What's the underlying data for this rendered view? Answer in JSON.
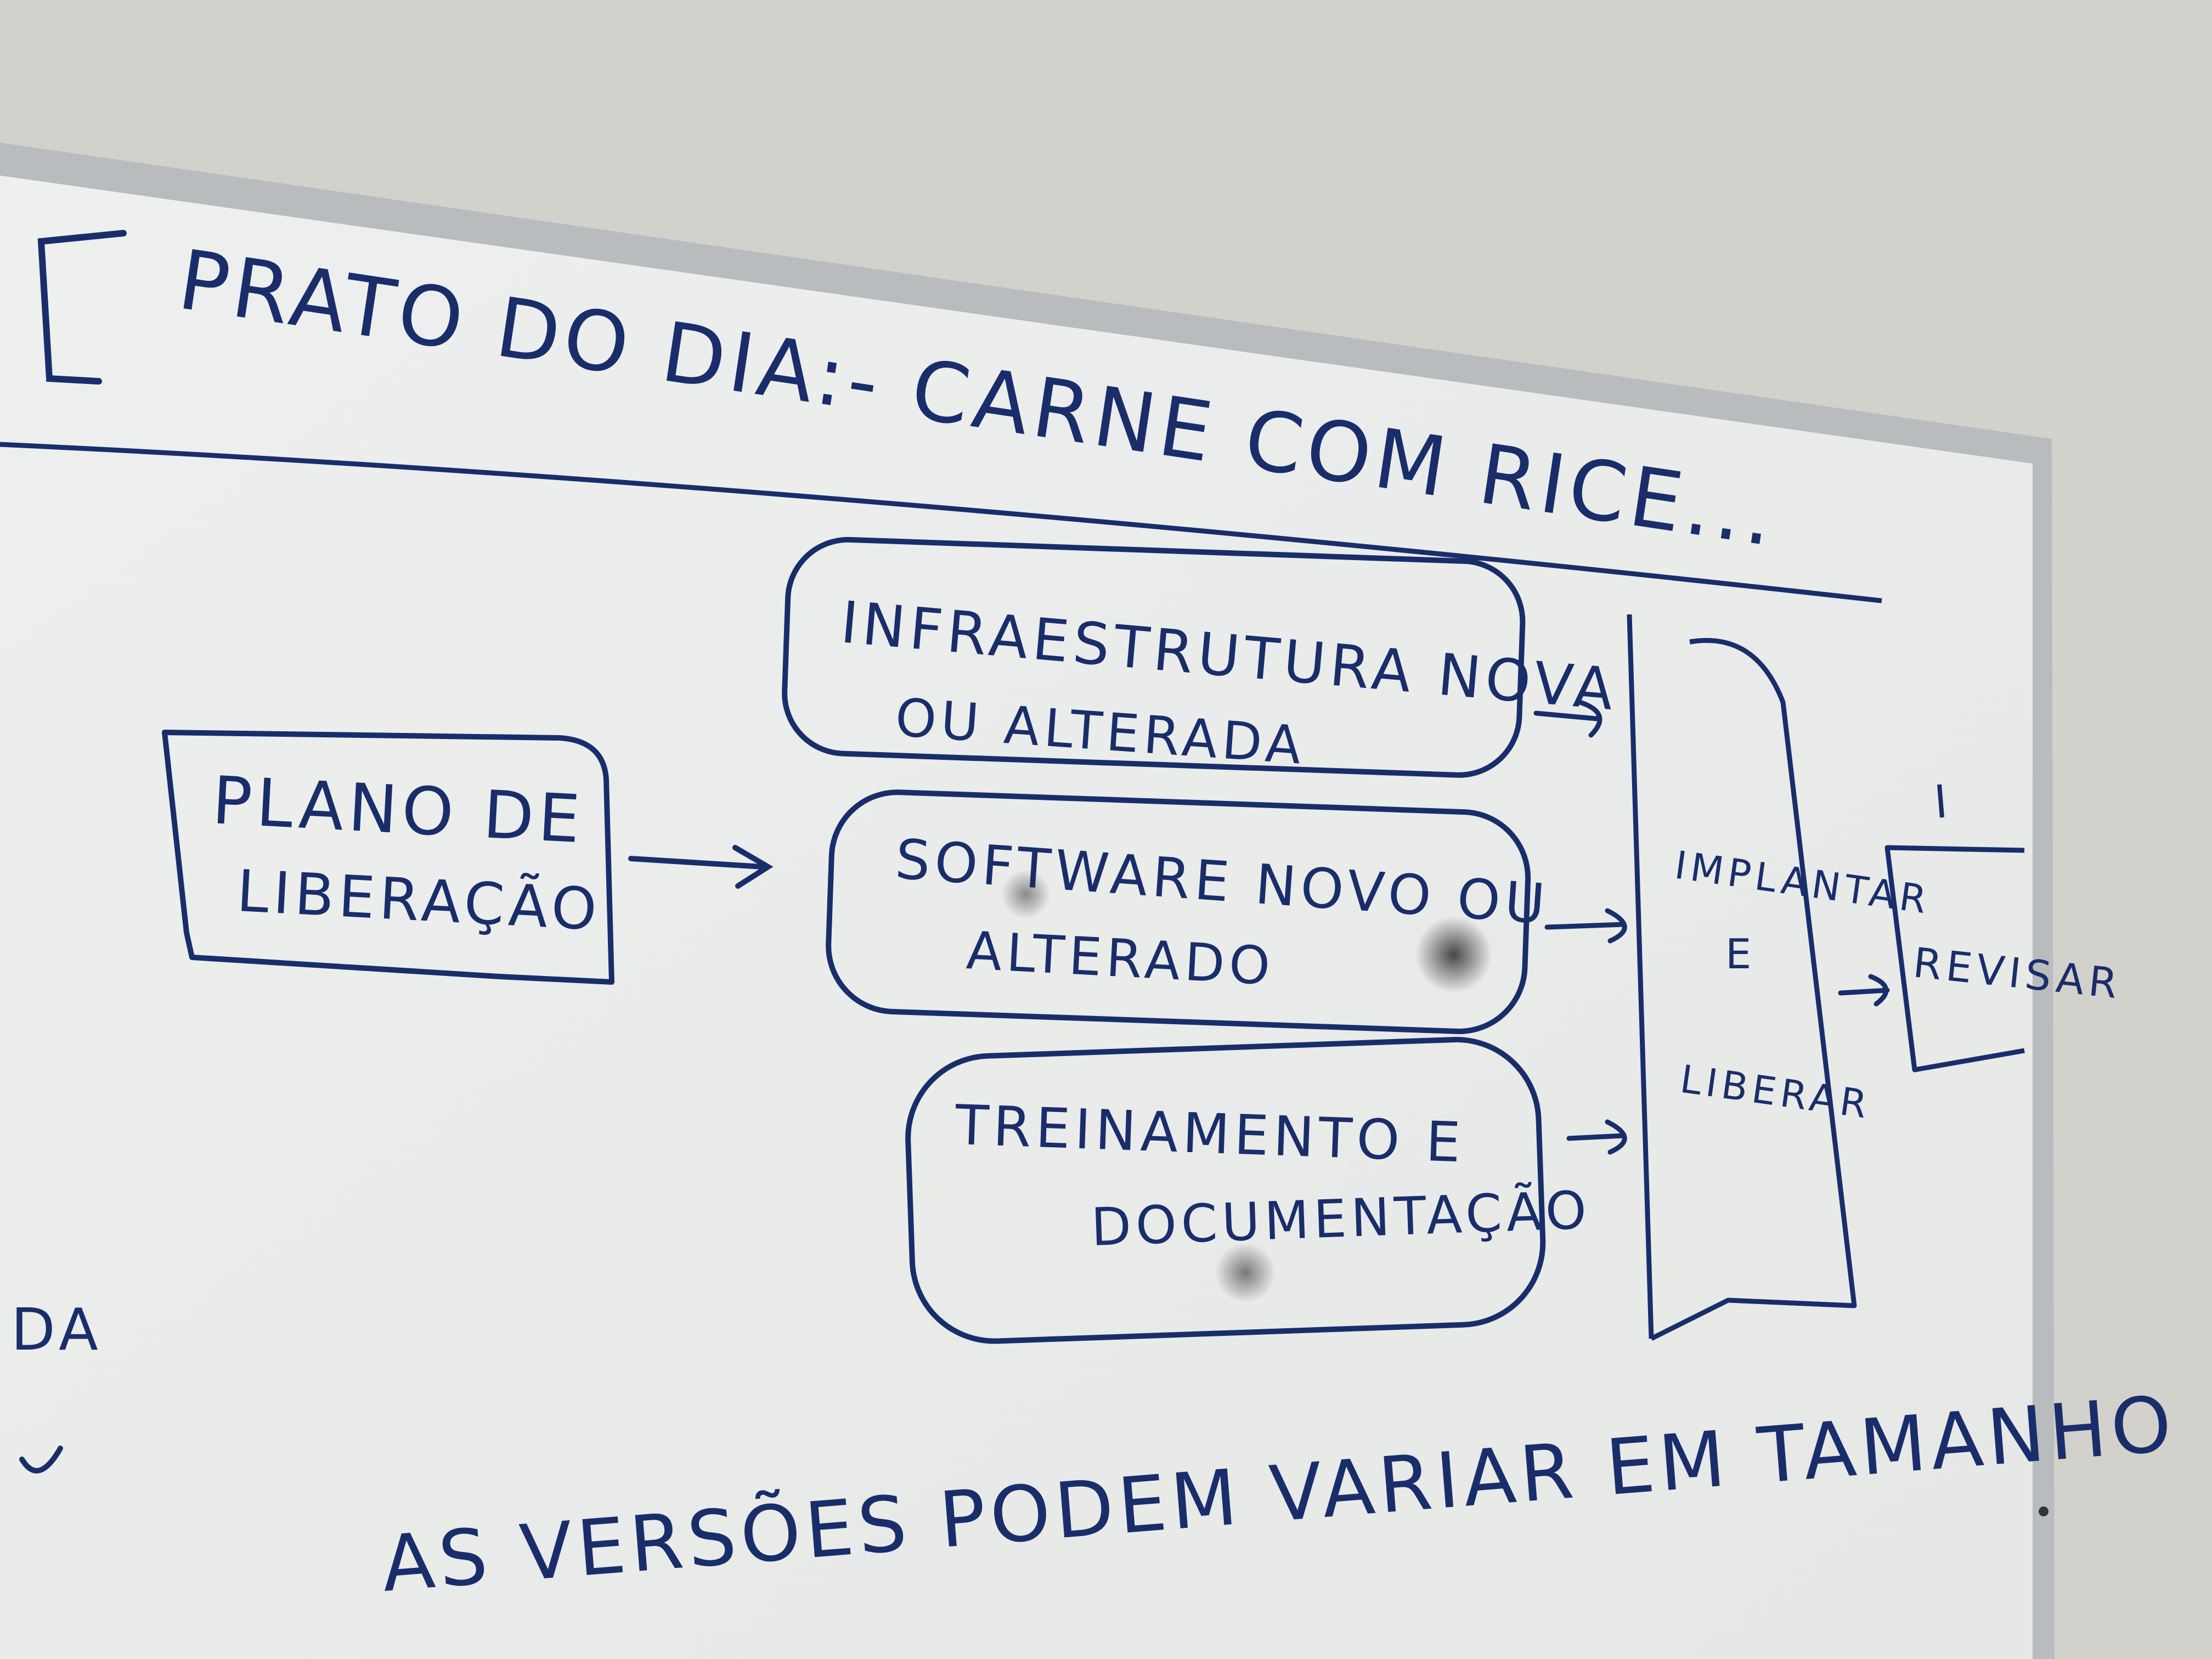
{
  "colors": {
    "wall": "#d3d1cb",
    "board": "#eceeed",
    "frame": "#b9bcbf",
    "ink": "#1a2d6b"
  },
  "board": {
    "header": "PRATO DO DIA:- CARNE COM RICE...",
    "plan_box": {
      "line1": "PLANO DE",
      "line2": "LIBERAÇÃO"
    },
    "boxes": [
      {
        "line1": "INFRAESTRUTURA NOVA",
        "line2": "OU ALTERADA"
      },
      {
        "line1": "SOFTWARE NOVO OU",
        "line2": "ALTERADO"
      },
      {
        "line1": "TREINAMENTO E",
        "line2": "DOCUMENTAÇÃO"
      }
    ],
    "implant_box": {
      "line1": "IMPLANTAR",
      "line2": "E",
      "line3": "LIBERAR"
    },
    "review_box": "REVISAR",
    "left_fragment": "DA",
    "footer": "AS VERSÕES PODEM VARIAR EM TAMANHO"
  }
}
